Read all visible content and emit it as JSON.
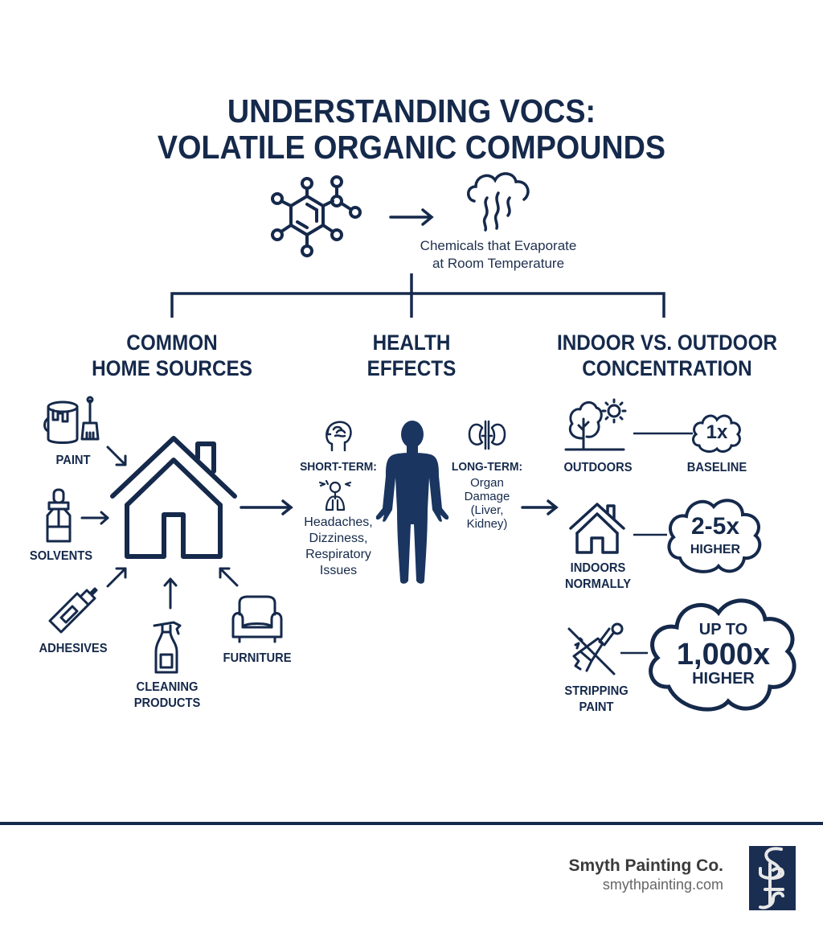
{
  "title": {
    "line1": "UNDERSTANDING VOCS:",
    "line2": "VOLATILE ORGANIC COMPOUNDS"
  },
  "definition": {
    "line1": "Chemicals that Evaporate",
    "line2": "at Room Temperature",
    "icons": [
      "molecule-icon",
      "arrow-right-icon",
      "evaporating-cloud-icon"
    ]
  },
  "sections": {
    "sources": {
      "heading_line1": "COMMON",
      "heading_line2": "HOME SOURCES",
      "items": [
        {
          "label": "PAINT",
          "icon": "paint-can-brush-icon"
        },
        {
          "label": "SOLVENTS",
          "icon": "dropper-bottle-icon"
        },
        {
          "label": "ADHESIVES",
          "icon": "glue-tube-icon"
        },
        {
          "label_line1": "CLEANING",
          "label_line2": "PRODUCTS",
          "icon": "spray-bottle-icon"
        },
        {
          "label": "FURNITURE",
          "icon": "armchair-icon"
        }
      ],
      "center_icon": "house-icon"
    },
    "health": {
      "heading_line1": "HEALTH",
      "heading_line2": "EFFECTS",
      "short_term": {
        "label": "SHORT-TERM:",
        "lines": [
          "Headaches,",
          "Dizziness,",
          "Respiratory",
          "Issues"
        ],
        "icons": [
          "head-brain-icon",
          "lungs-dizzy-icon"
        ]
      },
      "long_term": {
        "label": "LONG-TERM:",
        "lines": [
          "Organ",
          "Damage",
          "(Liver,",
          "Kidney)"
        ],
        "icons": [
          "kidneys-icon"
        ]
      },
      "center_icon": "human-body-icon"
    },
    "concentration": {
      "heading_line1": "INDOOR VS. OUTDOOR",
      "heading_line2": "CONCENTRATION",
      "rows": [
        {
          "label_line1": "OUTDOORS",
          "label_line2": "",
          "icon": "tree-sun-icon",
          "value": "1x",
          "value_sub": "BASELINE"
        },
        {
          "label_line1": "INDOORS",
          "label_line2": "NORMALLY",
          "icon": "house-icon",
          "value": "2-5x",
          "value_sub": "HIGHER"
        },
        {
          "label_line1": "STRIPPING",
          "label_line2": "PAINT",
          "icon": "scraper-icon",
          "value_pre": "UP TO",
          "value": "1,000x",
          "value_sub": "HIGHER"
        }
      ]
    }
  },
  "footer": {
    "brand": "Smyth Painting Co.",
    "url": "smythpainting.com",
    "logo_icon": "spc-monogram-logo"
  },
  "colors": {
    "navy": "#15294b",
    "logo_bg": "#1a2e52",
    "brand_text": "#3a3a3a",
    "url_text": "#666666"
  }
}
